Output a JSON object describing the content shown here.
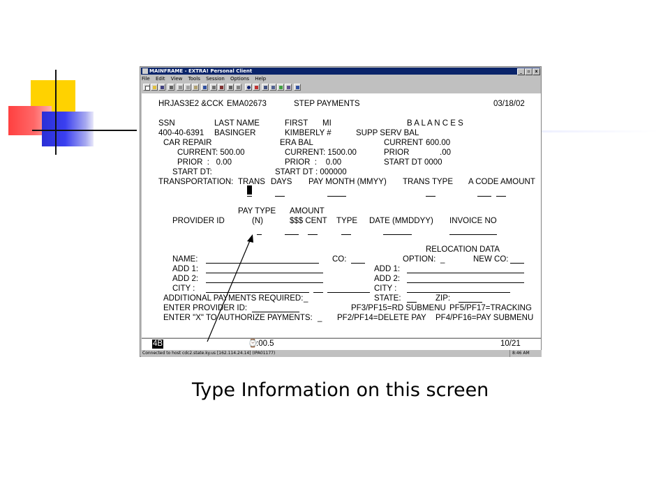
{
  "window": {
    "title": "MAINFRAME - EXTRA! Personal Client",
    "menu": [
      "File",
      "Edit",
      "View",
      "Tools",
      "Session",
      "Options",
      "Help"
    ],
    "controls": [
      "_",
      "▫",
      "x"
    ]
  },
  "screen": {
    "l1_id": "HRJAS3E2 &CCK",
    "l1_code": "EMA02673",
    "l1_title": "STEP PAYMENTS",
    "l1_date": "03/18/02",
    "l2_ssn": "SSN",
    "l2_last": "LAST NAME",
    "l2_first": "FIRST",
    "l2_mi": "MI",
    "l2_balances": "B A L A N C E S",
    "l3_ssn": "400-40-6391",
    "l3_last": "BASINGER",
    "l3_first": "KIMBERLY #",
    "l3_supp": "SUPP SERV BAL",
    "l4_car": "CAR REPAIR",
    "l4_era": "ERA BAL",
    "l4_current": "CURRENT",
    "l4_current_val": "600.00",
    "l5_current": "CURRENT: 500.00",
    "l5_current2": "CURRENT: 1500.00",
    "l5_prior": "PRIOR",
    "l5_prior_val": ".00",
    "l6_prior": "PRIOR  :   0.00",
    "l6_prior2": "PRIOR  :    0.00",
    "l6_start": "START DT 0000",
    "l7_start": "START DT:",
    "l7_start2": "START DT : 000000",
    "l8_transport": "TRANSPORTATION:",
    "l8_trans": "TRANS",
    "l8_days": "DAYS",
    "l8_paymonth": "PAY MONTH (MMYY)",
    "l8_transtype": "TRANS TYPE",
    "l8_acode": "A CODE AMOUNT",
    "l10_paytype": "PAY TYPE",
    "l10_amount": "AMOUNT",
    "l11_provider": "PROVIDER ID",
    "l11_n": "(N)",
    "l11_cent": "$$$ CENT",
    "l11_type": "TYPE",
    "l11_date": "DATE (MMDDYY)",
    "l11_invoice": "INVOICE NO",
    "l13_reloc": "RELOCATION DATA",
    "l14_name": "NAME:",
    "l14_co": "CO:",
    "l14_option": "OPTION:",
    "l14_option_val": "_",
    "l14_newco": "NEW CO:",
    "l15_add1": "ADD 1:",
    "l15_add1b": "ADD 1:",
    "l16_add2": "ADD 2:",
    "l16_add2b": "ADD 2:",
    "l17_city": "CITY :",
    "l17_cityb": "CITY :",
    "l18_addl": "ADDITIONAL PAYMENTS REQUIRED:",
    "l18_addl_val": "_",
    "l18_state": "STATE:",
    "l18_zip": "ZIP:",
    "l19_enter": "ENTER PROVIDER ID:",
    "l19_pf3": "PF3/PF15=RD SUBMENU",
    "l19_pf5": "PF5/PF17=TRACKING",
    "l20_enter": "ENTER \"X\" TO AUTHORIZE PAYMENTS:",
    "l20_enter_val": "_",
    "l20_pf2": "PF2/PF14=DELETE PAY",
    "l20_pf4": "PF4/PF16=PAY SUBMENU"
  },
  "oia": {
    "session": "4B",
    "timer": ":00.5",
    "cursor": "10/21"
  },
  "status": {
    "connected": "Connected to host cdc2.state.ky.us [162.114.24.14] (IPA01177)",
    "time": "8:46 AM"
  },
  "caption": "Type Information on this screen"
}
